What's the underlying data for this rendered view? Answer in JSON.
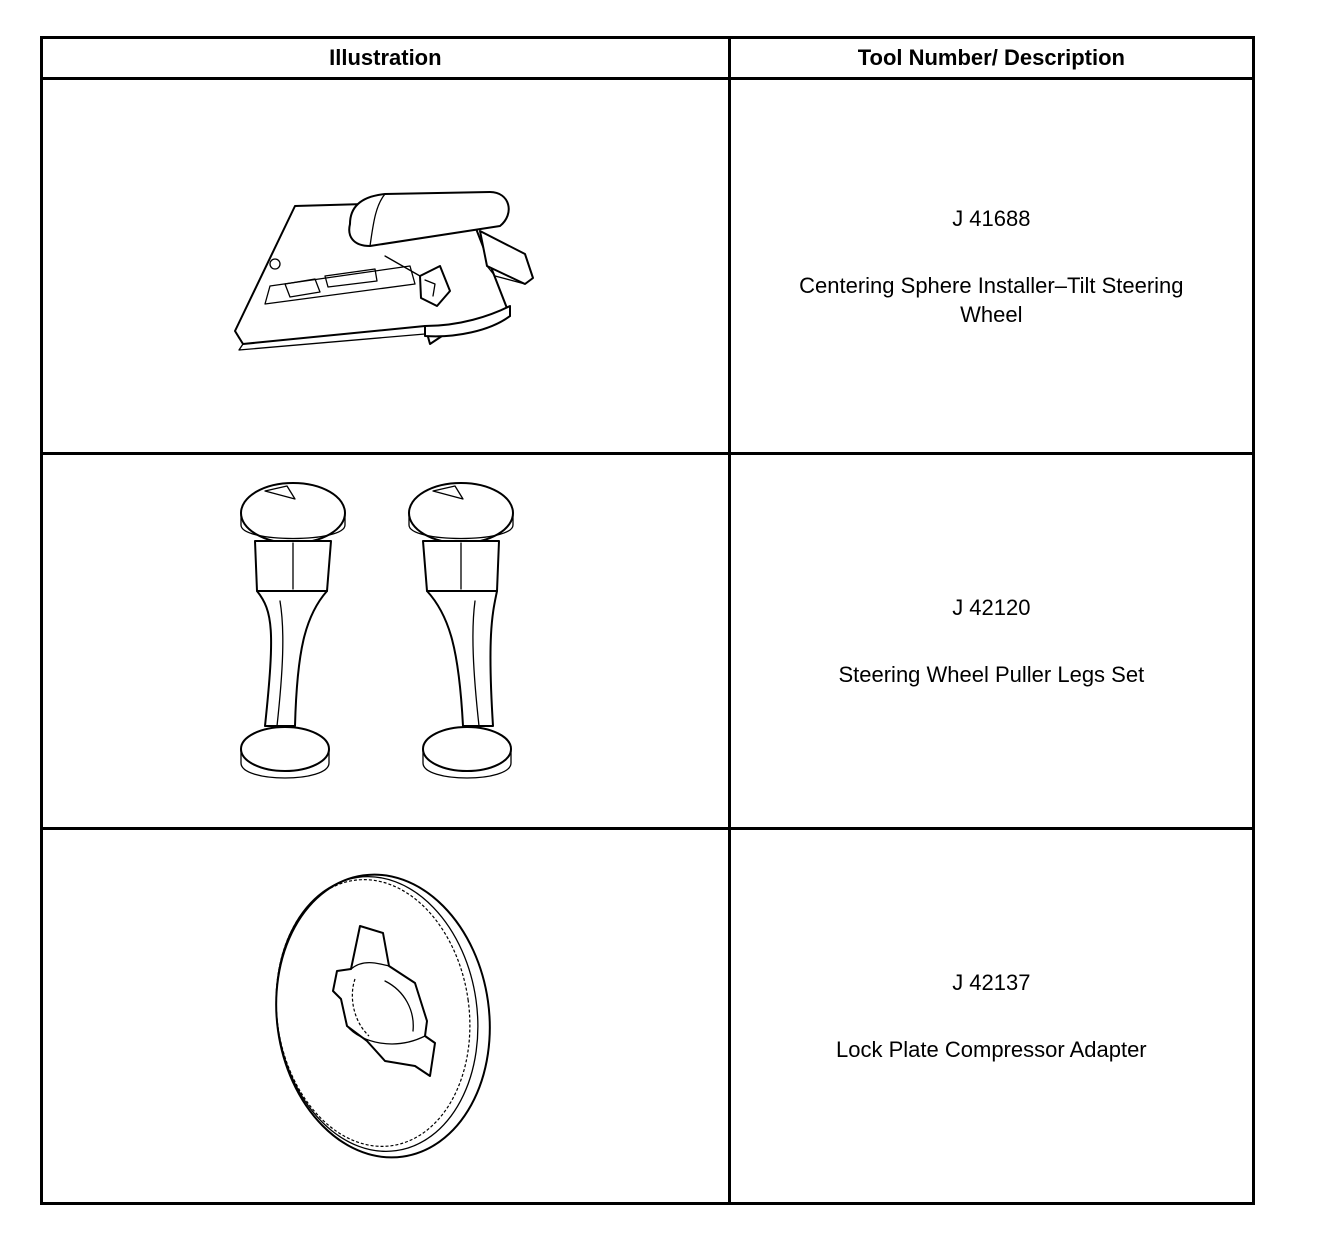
{
  "table": {
    "headers": {
      "illustration": "Illustration",
      "tool": "Tool Number/ Description"
    },
    "rows": [
      {
        "tool_number": "J 41688",
        "description": "Centering Sphere Installer–Tilt Steering Wheel",
        "illustration_icon": "centering-sphere-installer-drawing"
      },
      {
        "tool_number": "J 42120",
        "description": "Steering Wheel Puller Legs Set",
        "illustration_icon": "puller-legs-drawing"
      },
      {
        "tool_number": "J 42137",
        "description": "Lock Plate Compressor Adapter",
        "illustration_icon": "lock-plate-adapter-drawing"
      }
    ]
  }
}
